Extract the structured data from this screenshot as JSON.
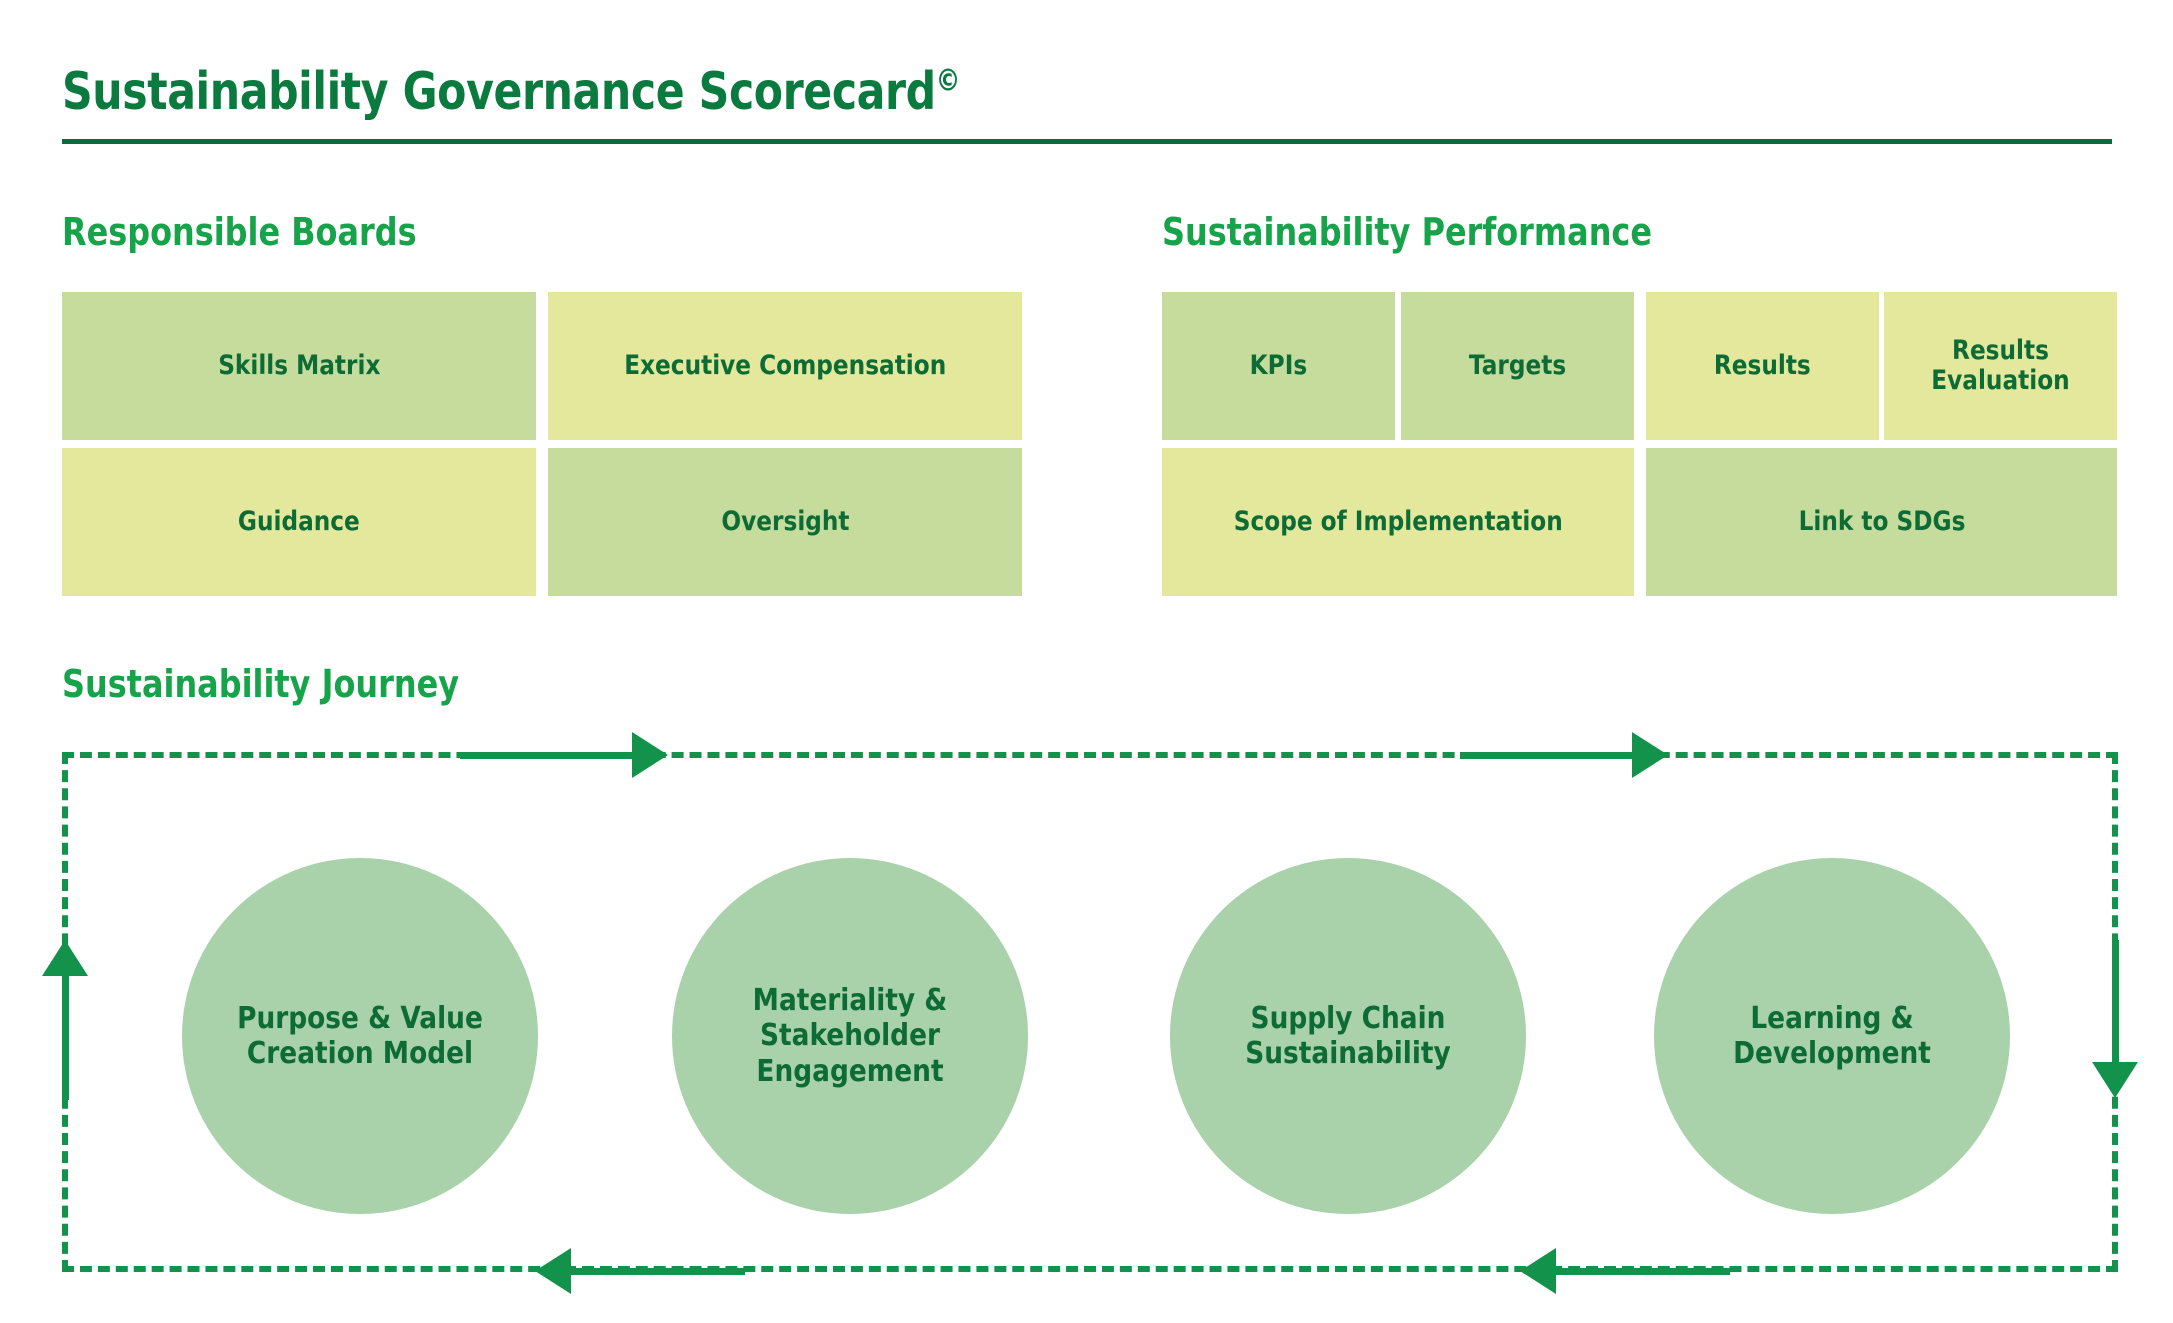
{
  "header": {
    "title": "Sustainability Governance Scorecard",
    "copyright_mark": "©"
  },
  "sections": {
    "responsible_boards": {
      "heading": "Responsible Boards",
      "tiles": [
        {
          "label": "Skills Matrix",
          "color": "#c6dc9c"
        },
        {
          "label": "Executive Compensation",
          "color": "#e3e89c"
        },
        {
          "label": "Guidance",
          "color": "#e3e89c"
        },
        {
          "label": "Oversight",
          "color": "#c6dc9c"
        }
      ]
    },
    "sustainability_performance": {
      "heading": "Sustainability Performance",
      "tiles": [
        {
          "label": "KPIs",
          "color": "#c6dc9c"
        },
        {
          "label": "Targets",
          "color": "#c6dc9c"
        },
        {
          "label": "Results",
          "color": "#e3e89c"
        },
        {
          "label": "Results Evaluation",
          "color": "#e3e89c"
        },
        {
          "label": "Scope of Implementation",
          "color": "#e3e89c"
        },
        {
          "label": "Link to SDGs",
          "color": "#c6dc9c"
        }
      ]
    },
    "sustainability_journey": {
      "heading": "Sustainability Journey",
      "stages": [
        {
          "label": "Purpose & Value Creation Model"
        },
        {
          "label": "Materiality & Stakeholder Engagement"
        },
        {
          "label": "Supply Chain Sustainability"
        },
        {
          "label": "Learning & Development"
        }
      ],
      "flow_arrows": [
        {
          "name": "top-left-arrow",
          "direction": "right"
        },
        {
          "name": "top-right-arrow",
          "direction": "right"
        },
        {
          "name": "right-edge-arrow",
          "direction": "down"
        },
        {
          "name": "bottom-right-arrow",
          "direction": "left"
        },
        {
          "name": "bottom-left-arrow",
          "direction": "left"
        },
        {
          "name": "left-edge-arrow",
          "direction": "up"
        }
      ]
    }
  },
  "colors": {
    "title_green": "#0a7a3f",
    "heading_green": "#16a34a",
    "rule_green": "#0a6b3d",
    "tile_text_green": "#0d6b35",
    "tile_sage": "#c6dc9c",
    "tile_lemon": "#e3e89c",
    "circle_green": "#a9d1aa",
    "arrow_green": "#13924b"
  }
}
